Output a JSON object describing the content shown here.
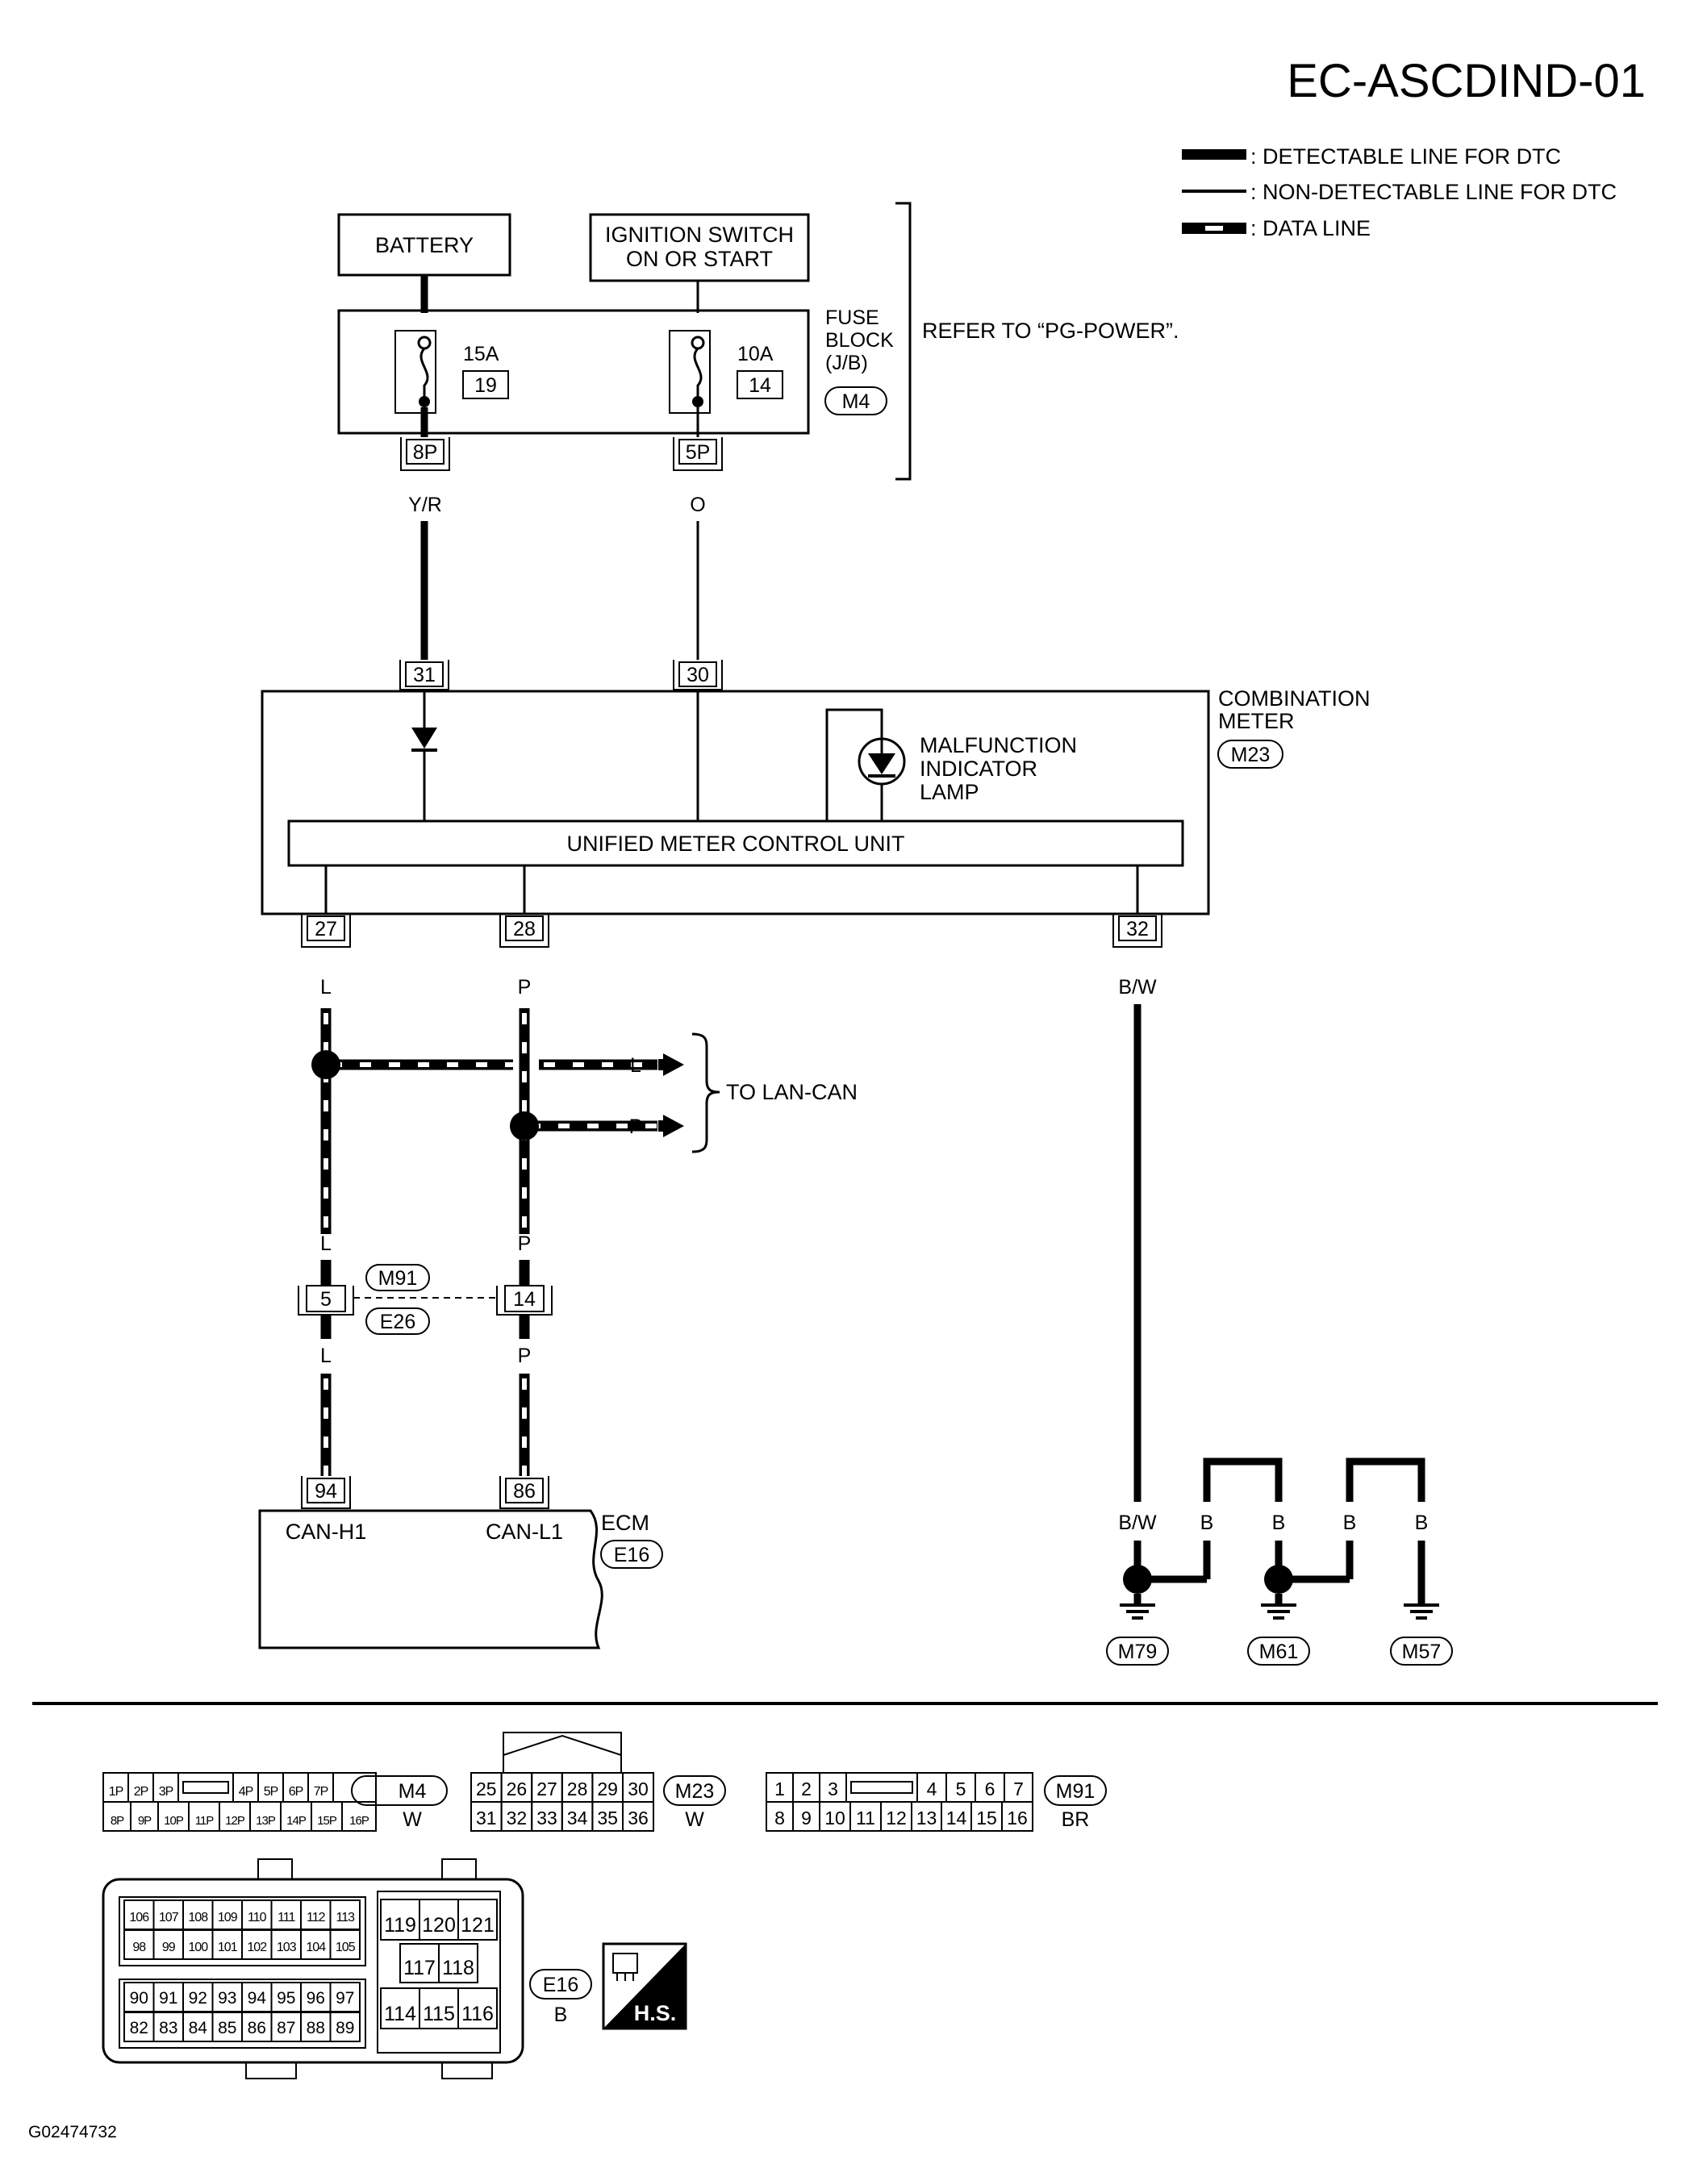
{
  "page_code": "EC-ASCDIND-01",
  "figure_id": "G02474732",
  "legend": {
    "detectable": ": DETECTABLE LINE FOR DTC",
    "non_detectable": ": NON-DETECTABLE LINE FOR DTC",
    "data_line": ": DATA LINE"
  },
  "power": {
    "battery": "BATTERY",
    "ignition_line1": "IGNITION SWITCH",
    "ignition_line2": "ON OR START",
    "fuse_block_line1": "FUSE",
    "fuse_block_line2": "BLOCK",
    "fuse_block_line3": "(J/B)",
    "fuse_block_connector": "M4",
    "refer": "REFER TO “PG-POWER”.",
    "fuse_a": {
      "rating": "15A",
      "number": "19",
      "terminal": "8P",
      "wire": "Y/R"
    },
    "fuse_b": {
      "rating": "10A",
      "number": "14",
      "terminal": "5P",
      "wire": "O"
    }
  },
  "meter": {
    "name_line1": "COMBINATION",
    "name_line2": "METER",
    "connector": "M23",
    "lamp_line1": "MALFUNCTION",
    "lamp_line2": "INDICATOR",
    "lamp_line3": "LAMP",
    "control_unit": "UNIFIED METER CONTROL UNIT",
    "terminals_in": [
      "31",
      "30"
    ],
    "terminals_out": [
      "27",
      "28",
      "32"
    ]
  },
  "can": {
    "wire_l": "L",
    "wire_p": "P",
    "to_lan": "TO LAN-CAN",
    "joint_connector_top": "M91",
    "joint_connector_bottom": "E26",
    "joint_terminal_l": "5",
    "joint_terminal_p": "14"
  },
  "ecm": {
    "name": "ECM",
    "connector": "E16",
    "terminal_h": "94",
    "terminal_l": "86",
    "label_h": "CAN-H1",
    "label_l": "CAN-L1"
  },
  "ground": {
    "wire_bw": "B/W",
    "wire_b": "B",
    "grounds": [
      "M79",
      "M61",
      "M57"
    ]
  },
  "connectors": {
    "m4": {
      "code": "M4",
      "color": "W",
      "row1": [
        "1P",
        "2P",
        "3P",
        "",
        "4P",
        "5P",
        "6P",
        "7P"
      ],
      "row2": [
        "8P",
        "9P",
        "10P",
        "11P",
        "12P",
        "13P",
        "14P",
        "15P",
        "16P"
      ]
    },
    "m23": {
      "code": "M23",
      "color": "W",
      "row1": [
        "25",
        "26",
        "27",
        "28",
        "29",
        "30"
      ],
      "row2": [
        "31",
        "32",
        "33",
        "34",
        "35",
        "36"
      ]
    },
    "m91": {
      "code": "M91",
      "color": "BR",
      "row1": [
        "1",
        "2",
        "3",
        "",
        "4",
        "5",
        "6",
        "7"
      ],
      "row2": [
        "8",
        "9",
        "10",
        "11",
        "12",
        "13",
        "14",
        "15",
        "16"
      ]
    },
    "e16": {
      "code": "E16",
      "color": "B",
      "rows": [
        [
          "106",
          "107",
          "108",
          "109",
          "110",
          "111",
          "112",
          "113"
        ],
        [
          "98",
          "99",
          "100",
          "101",
          "102",
          "103",
          "104",
          "105"
        ],
        [
          "90",
          "91",
          "92",
          "93",
          "94",
          "95",
          "96",
          "97"
        ],
        [
          "82",
          "83",
          "84",
          "85",
          "86",
          "87",
          "88",
          "89"
        ]
      ],
      "right_row1": [
        "119",
        "120",
        "121"
      ],
      "right_row2": [
        "117",
        "118"
      ],
      "right_row3": [
        "114",
        "115",
        "116"
      ]
    },
    "hs_badge": "H.S."
  }
}
